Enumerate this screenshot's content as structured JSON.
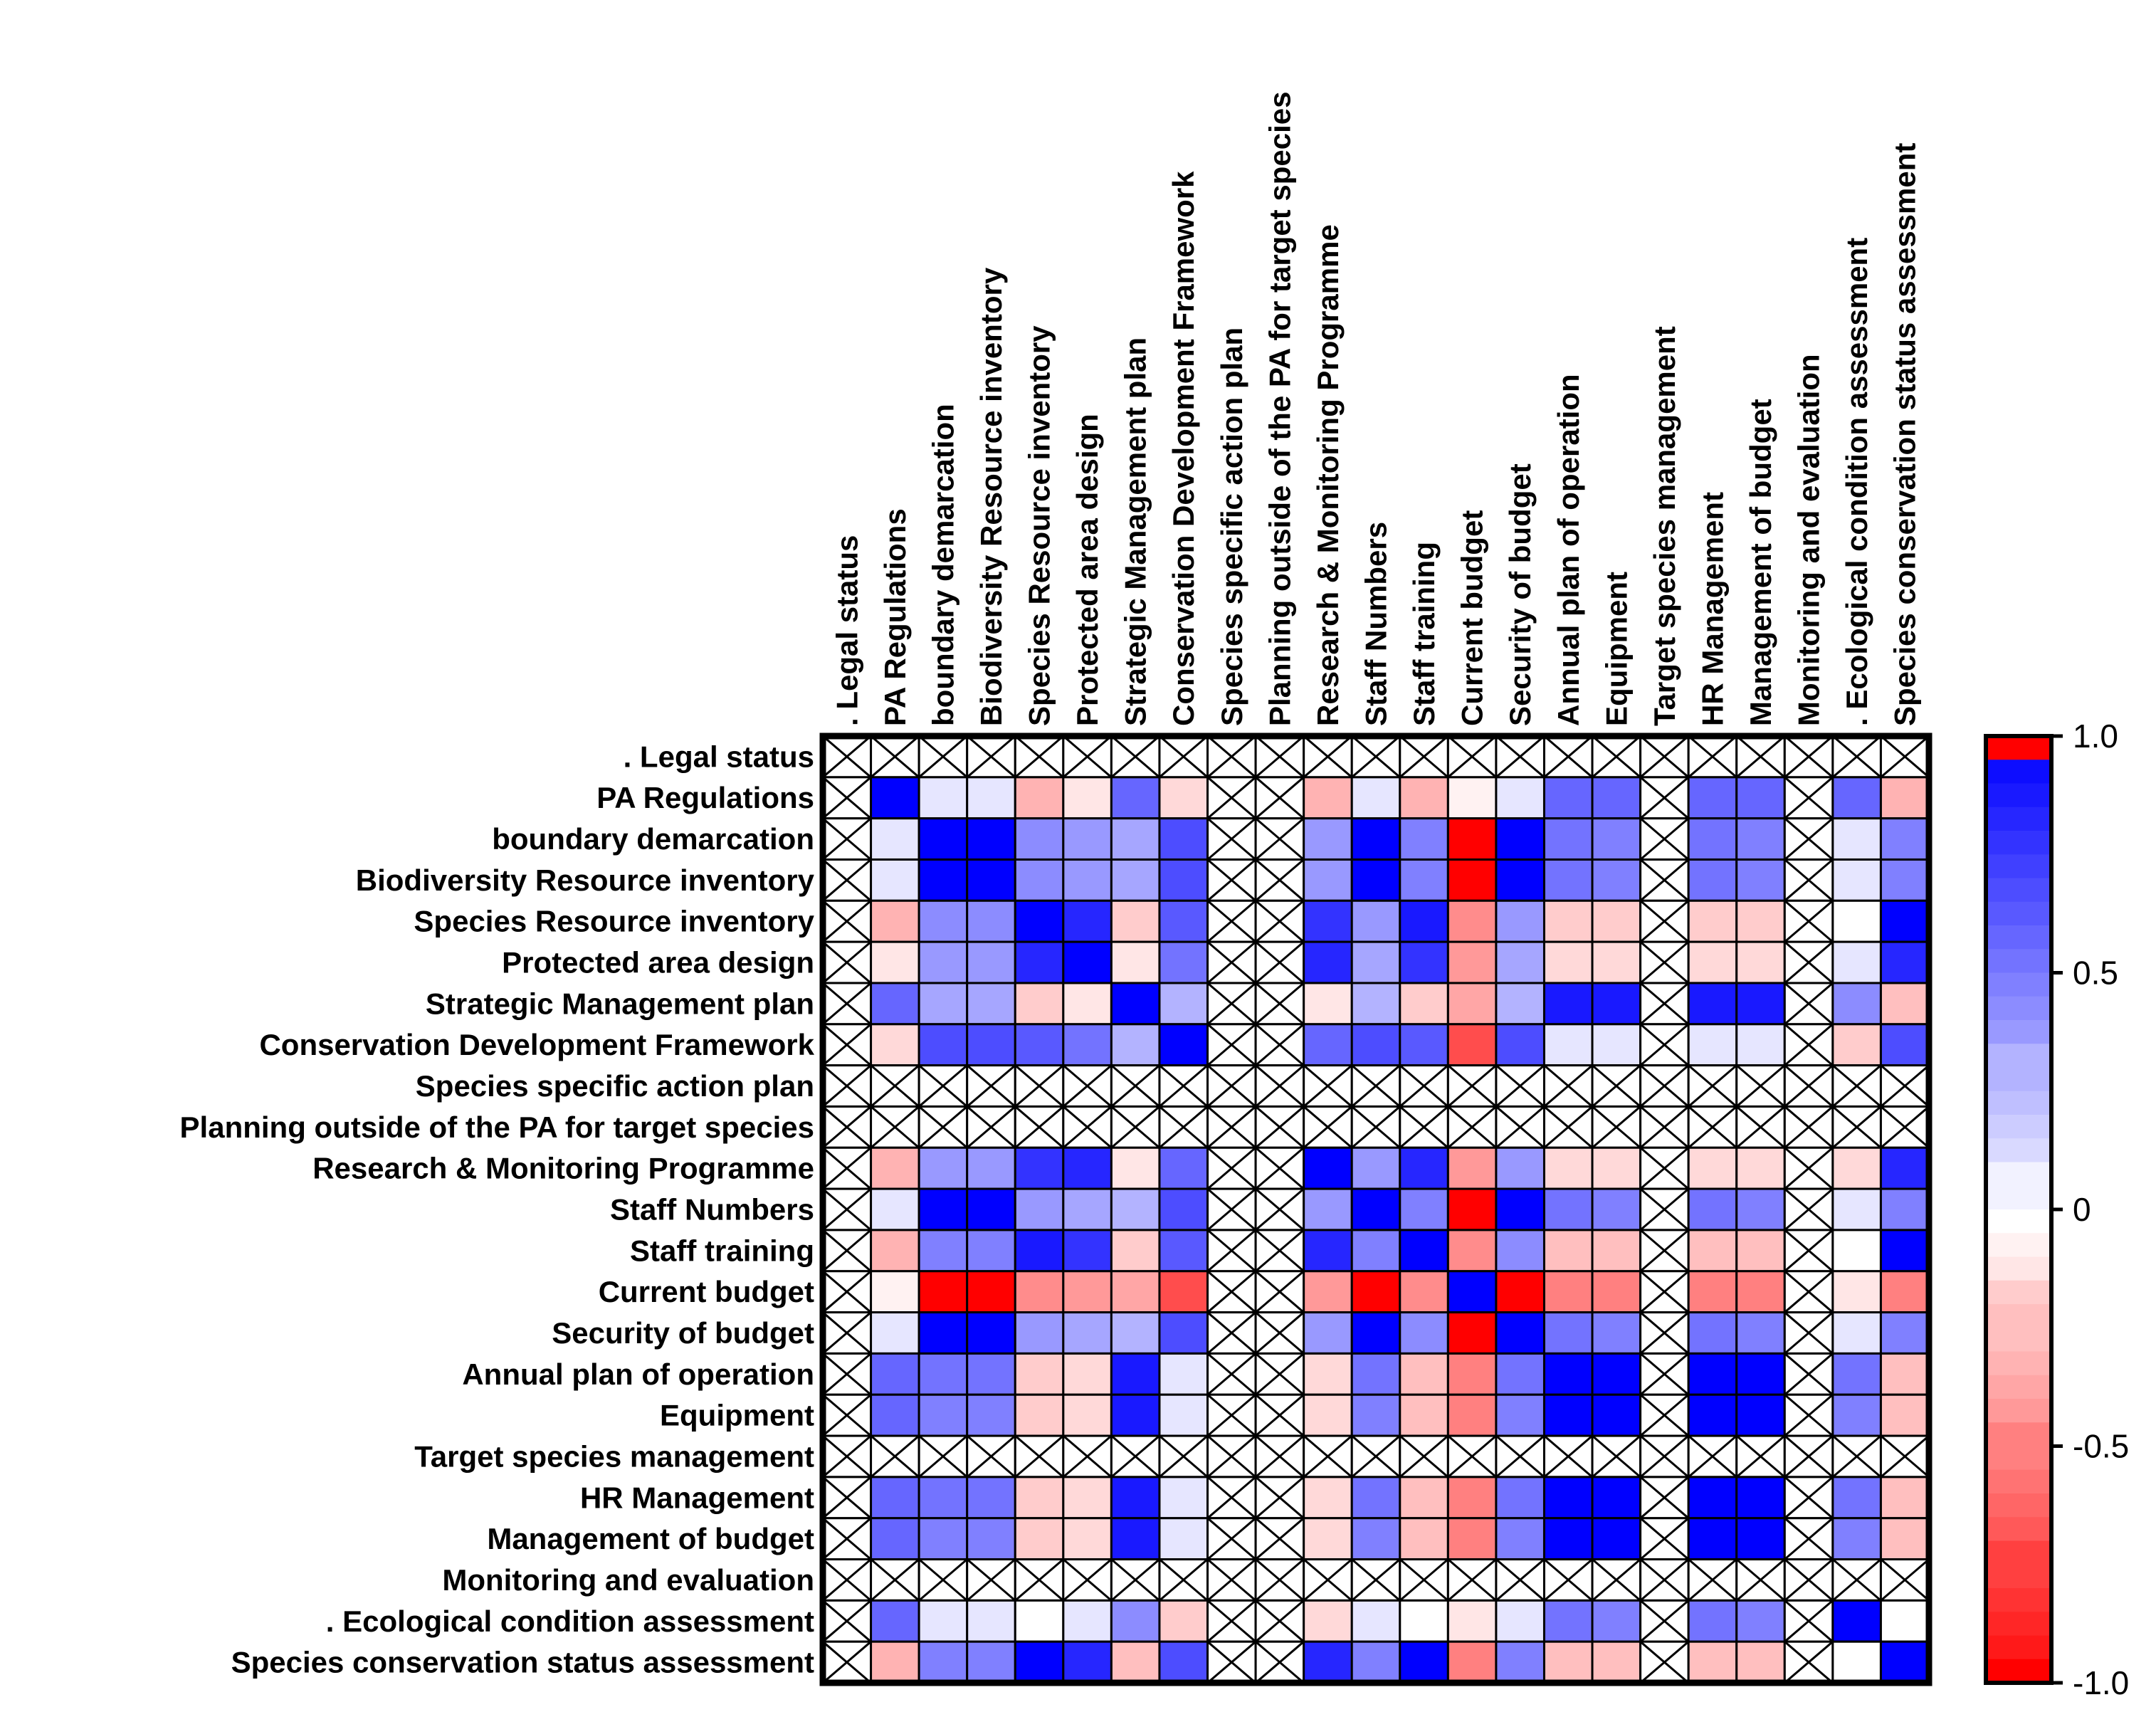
{
  "chart_data": {
    "type": "heatmap",
    "variables": [
      ". Legal status",
      "PA Regulations",
      "boundary demarcation",
      "Biodiversity Resource inventory",
      "Species Resource inventory",
      "Protected area design",
      "Strategic Management plan",
      "Conservation Development Framework",
      "Species specific action plan",
      "Planning outside of the PA for target species",
      "Research & Monitoring Programme",
      "Staff Numbers",
      "Staff training",
      "Current budget",
      "Security of budget",
      "Annual plan of operation",
      "Equipment",
      "Target species management",
      "HR Management",
      "Management of budget",
      "Monitoring and evaluation",
      ". Ecological condition assessment",
      "Species conservation status assessment"
    ],
    "matrix": [
      [
        null,
        null,
        null,
        null,
        null,
        null,
        null,
        null,
        null,
        null,
        null,
        null,
        null,
        null,
        null,
        null,
        null,
        null,
        null,
        null,
        null,
        null,
        null
      ],
      [
        null,
        1.0,
        0.1,
        0.1,
        -0.3,
        -0.1,
        0.6,
        -0.15,
        null,
        null,
        -0.3,
        0.1,
        -0.3,
        -0.05,
        0.1,
        0.6,
        0.6,
        null,
        0.6,
        0.6,
        null,
        0.6,
        -0.3
      ],
      [
        null,
        0.1,
        1.0,
        1.0,
        0.45,
        0.4,
        0.35,
        0.7,
        null,
        null,
        0.4,
        1.0,
        0.5,
        -1.0,
        1.0,
        0.55,
        0.5,
        null,
        0.55,
        0.5,
        null,
        0.1,
        0.5
      ],
      [
        null,
        0.1,
        1.0,
        1.0,
        0.45,
        0.4,
        0.35,
        0.7,
        null,
        null,
        0.4,
        1.0,
        0.5,
        -1.0,
        1.0,
        0.55,
        0.5,
        null,
        0.55,
        0.5,
        null,
        0.1,
        0.5
      ],
      [
        null,
        -0.3,
        0.45,
        0.45,
        1.0,
        0.85,
        -0.2,
        0.65,
        null,
        null,
        0.8,
        0.4,
        0.9,
        -0.45,
        0.4,
        -0.2,
        -0.2,
        null,
        -0.2,
        -0.2,
        null,
        0.0,
        1.0
      ],
      [
        null,
        -0.1,
        0.4,
        0.4,
        0.85,
        1.0,
        -0.1,
        0.55,
        null,
        null,
        0.85,
        0.35,
        0.8,
        -0.4,
        0.35,
        -0.15,
        -0.15,
        null,
        -0.15,
        -0.15,
        null,
        0.1,
        0.85
      ],
      [
        null,
        0.6,
        0.35,
        0.35,
        -0.2,
        -0.1,
        1.0,
        0.3,
        null,
        null,
        -0.1,
        0.3,
        -0.2,
        -0.35,
        0.3,
        0.9,
        0.9,
        null,
        0.9,
        0.9,
        null,
        0.45,
        -0.25
      ],
      [
        null,
        -0.15,
        0.7,
        0.7,
        0.65,
        0.55,
        0.3,
        1.0,
        null,
        null,
        0.6,
        0.7,
        0.65,
        -0.7,
        0.7,
        0.1,
        0.1,
        null,
        0.1,
        0.1,
        null,
        -0.2,
        0.7
      ],
      [
        null,
        null,
        null,
        null,
        null,
        null,
        null,
        null,
        null,
        null,
        null,
        null,
        null,
        null,
        null,
        null,
        null,
        null,
        null,
        null,
        null,
        null,
        null
      ],
      [
        null,
        null,
        null,
        null,
        null,
        null,
        null,
        null,
        null,
        null,
        null,
        null,
        null,
        null,
        null,
        null,
        null,
        null,
        null,
        null,
        null,
        null,
        null
      ],
      [
        null,
        -0.3,
        0.4,
        0.4,
        0.8,
        0.85,
        -0.1,
        0.6,
        null,
        null,
        1.0,
        0.4,
        0.85,
        -0.4,
        0.4,
        -0.15,
        -0.15,
        null,
        -0.15,
        -0.15,
        null,
        -0.15,
        0.85
      ],
      [
        null,
        0.1,
        1.0,
        1.0,
        0.4,
        0.35,
        0.3,
        0.7,
        null,
        null,
        0.4,
        1.0,
        0.5,
        -1.0,
        1.0,
        0.55,
        0.5,
        null,
        0.55,
        0.5,
        null,
        0.1,
        0.5
      ],
      [
        null,
        -0.3,
        0.5,
        0.5,
        0.9,
        0.8,
        -0.2,
        0.65,
        null,
        null,
        0.85,
        0.5,
        1.0,
        -0.45,
        0.45,
        -0.25,
        -0.25,
        null,
        -0.25,
        -0.25,
        null,
        0.0,
        1.0
      ],
      [
        null,
        -0.05,
        -1.0,
        -1.0,
        -0.45,
        -0.4,
        -0.35,
        -0.7,
        null,
        null,
        -0.4,
        -1.0,
        -0.45,
        1.0,
        -1.0,
        -0.5,
        -0.5,
        null,
        -0.5,
        -0.5,
        null,
        -0.1,
        -0.5
      ],
      [
        null,
        0.1,
        1.0,
        1.0,
        0.4,
        0.35,
        0.3,
        0.7,
        null,
        null,
        0.4,
        1.0,
        0.45,
        -1.0,
        1.0,
        0.55,
        0.5,
        null,
        0.55,
        0.5,
        null,
        0.1,
        0.5
      ],
      [
        null,
        0.6,
        0.55,
        0.55,
        -0.2,
        -0.15,
        0.9,
        0.1,
        null,
        null,
        -0.15,
        0.55,
        -0.25,
        -0.5,
        0.55,
        1.0,
        1.0,
        null,
        1.0,
        1.0,
        null,
        0.55,
        -0.25
      ],
      [
        null,
        0.6,
        0.5,
        0.5,
        -0.2,
        -0.15,
        0.9,
        0.1,
        null,
        null,
        -0.15,
        0.5,
        -0.25,
        -0.5,
        0.5,
        1.0,
        1.0,
        null,
        1.0,
        1.0,
        null,
        0.5,
        -0.25
      ],
      [
        null,
        null,
        null,
        null,
        null,
        null,
        null,
        null,
        null,
        null,
        null,
        null,
        null,
        null,
        null,
        null,
        null,
        null,
        null,
        null,
        null,
        null,
        null
      ],
      [
        null,
        0.6,
        0.55,
        0.55,
        -0.2,
        -0.15,
        0.9,
        0.1,
        null,
        null,
        -0.15,
        0.55,
        -0.25,
        -0.5,
        0.55,
        1.0,
        1.0,
        null,
        1.0,
        1.0,
        null,
        0.55,
        -0.25
      ],
      [
        null,
        0.6,
        0.5,
        0.5,
        -0.2,
        -0.15,
        0.9,
        0.1,
        null,
        null,
        -0.15,
        0.5,
        -0.25,
        -0.5,
        0.5,
        1.0,
        1.0,
        null,
        1.0,
        1.0,
        null,
        0.5,
        -0.25
      ],
      [
        null,
        null,
        null,
        null,
        null,
        null,
        null,
        null,
        null,
        null,
        null,
        null,
        null,
        null,
        null,
        null,
        null,
        null,
        null,
        null,
        null,
        null,
        null
      ],
      [
        null,
        0.6,
        0.1,
        0.1,
        0.0,
        0.1,
        0.45,
        -0.2,
        null,
        null,
        -0.15,
        0.1,
        0.0,
        -0.1,
        0.1,
        0.55,
        0.5,
        null,
        0.55,
        0.5,
        null,
        1.0,
        0.0
      ],
      [
        null,
        -0.3,
        0.5,
        0.5,
        1.0,
        0.85,
        -0.25,
        0.7,
        null,
        null,
        0.85,
        0.5,
        1.0,
        -0.5,
        0.5,
        -0.25,
        -0.25,
        null,
        -0.25,
        -0.25,
        null,
        0.0,
        1.0
      ]
    ],
    "colorbar": {
      "ticks": [
        1.0,
        0.5,
        0,
        -0.5,
        -1.0
      ],
      "tick_labels": [
        "1.0",
        "0.5",
        "0",
        "-0.5",
        "-1.0"
      ],
      "range": [
        -1.0,
        1.0
      ],
      "positive_color": "#0000ff",
      "negative_color": "#ff0000",
      "zero_color": "#ffffff"
    },
    "missing_marker": "cross"
  }
}
